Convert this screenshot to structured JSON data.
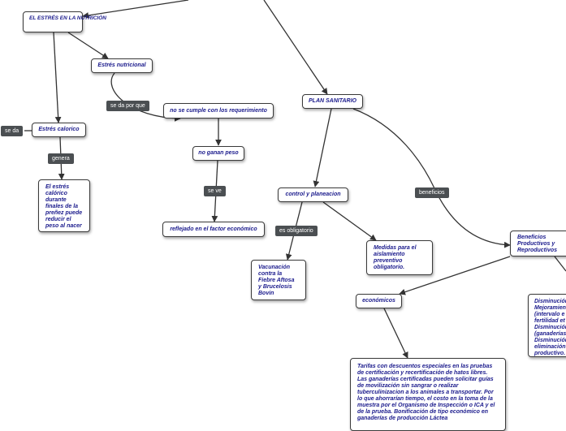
{
  "nodes": {
    "estres_nutricion": "EL ESTRÉS EN LA NUTRICIÓN",
    "estres_nutricional": "Estrés nutricional",
    "estres_calorico": "Estrés calorico",
    "no_cumple": "no se cumple con los requerimiento",
    "no_ganan_peso": "no ganan peso",
    "reflejado": "reflejado en el factor económico",
    "estres_calorico_text": "El estrés calórico durante finales de la preñez puede reducir el peso al nacer",
    "plan_sanitario": "PLAN SANITARIO",
    "control_planeacion": "control y planeacion",
    "vacunacion": "Vacunación contra la Fiebre Aftosa y Brucelosis Bovin",
    "medidas": "Medidas para el aislamiento preventivo obligatorio.",
    "beneficios_productivos": "Beneficios Productivos y Reproductivos",
    "economicos": "económicos",
    "tarifas": "Tarifas con descuentos especiales en las pruebas de certificación y recertificación de hatos libres. Las ganaderías certificadas pueden solicitar guías de movilización sin sangrar o realizar tuberculinizacion a los animales a transportar. Por lo que ahorrarían tiempo, el costo en la toma de la muestra por el Organismo de Inspección o ICA y el de la prueba. Bonificación de tipo económico en ganaderías de producción Láctea",
    "disminucion": "Disminución Mejoramiento (intervalo e fertilidad et Disminución (ganaderías Disminución eliminación productivo."
  },
  "labels": {
    "se_da": "se da",
    "se_da_por_que": "se da por que",
    "genera": "genera",
    "se_ve": "se ve",
    "es_obligatorio": "es obligatorio",
    "beneficios": "beneficios"
  },
  "colors": {
    "node_text": "#1a1a8c",
    "node_border": "#3a3a3a",
    "connector": "#333333",
    "label_bg": "#4b4f52",
    "label_text": "#ffffff"
  }
}
